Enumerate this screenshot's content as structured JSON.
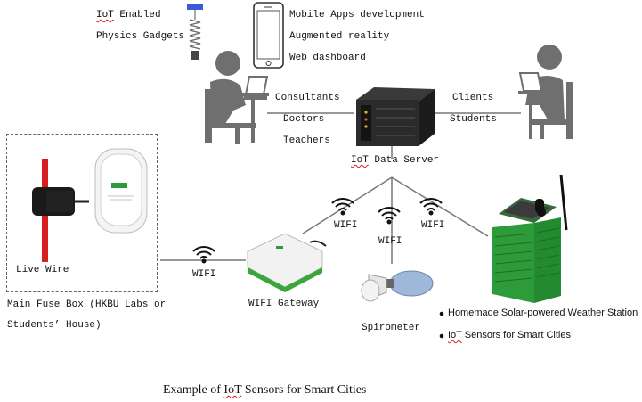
{
  "gadgets": {
    "line1_iot": "IoT",
    "line1_rest": " Enabled",
    "line2": "Physics Gadgets"
  },
  "phone": {
    "line1": "Mobile Apps development",
    "line2": "Augmented reality",
    "line3": "Web dashboard"
  },
  "left_group": {
    "l1": "Consultants",
    "l2": "Doctors",
    "l3": "Teachers"
  },
  "right_group": {
    "l1": "Clients",
    "l2": "Students"
  },
  "server": {
    "iot": "IoT",
    "rest": " Data Server"
  },
  "wifi_label": "WIFI",
  "fuse": {
    "live_wire": "Live Wire",
    "title_l1": "Main Fuse Box (HKBU Labs or",
    "title_l2": "Students’ House)"
  },
  "gateway": "WIFI Gateway",
  "spirometer": "Spirometer",
  "bullets": {
    "b1": "Homemade Solar-powered Weather Station",
    "b2_iot": "IoT",
    "b2_rest": " Sensors for Smart Cities"
  },
  "caption": {
    "pre": "Example of ",
    "iot": "IoT",
    "post": " Sensors for Smart Cities"
  },
  "colors": {
    "person": "#6f6f6f",
    "server": "#2b2b2b",
    "green": "#2e9b3a",
    "red": "#d81e1e",
    "line": "#777777"
  }
}
